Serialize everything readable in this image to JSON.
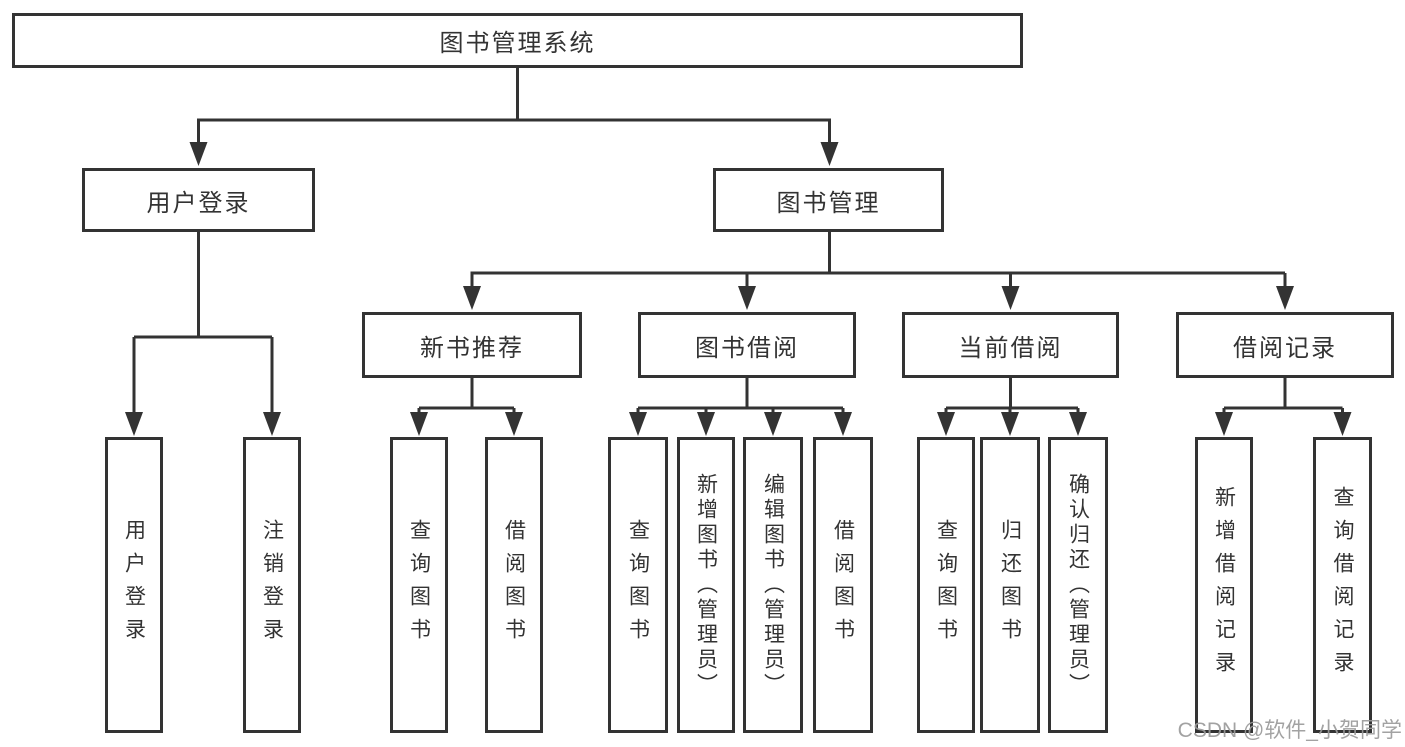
{
  "colors": {
    "background": "#ffffff",
    "line": "#333333",
    "text": "#333333",
    "watermark": "#9b9b9b"
  },
  "tree": {
    "root": {
      "label": "图书管理系统"
    },
    "branches": [
      {
        "label": "用户登录",
        "children": [
          {
            "label": "用户登录"
          },
          {
            "label": "注销登录"
          }
        ]
      },
      {
        "label": "图书管理",
        "children": [
          {
            "label": "新书推荐",
            "children": [
              {
                "label": "查询图书"
              },
              {
                "label": "借阅图书"
              }
            ]
          },
          {
            "label": "图书借阅",
            "children": [
              {
                "label": "查询图书"
              },
              {
                "label": "新增图书（管理员）"
              },
              {
                "label": "编辑图书（管理员）"
              },
              {
                "label": "借阅图书"
              }
            ]
          },
          {
            "label": "当前借阅",
            "children": [
              {
                "label": "查询图书"
              },
              {
                "label": "归还图书"
              },
              {
                "label": "确认归还（管理员）"
              }
            ]
          },
          {
            "label": "借阅记录",
            "children": [
              {
                "label": "新增借阅记录"
              },
              {
                "label": "查询借阅记录"
              }
            ]
          }
        ]
      }
    ]
  },
  "watermark": {
    "text": "CSDN @软件_小贺同学"
  }
}
